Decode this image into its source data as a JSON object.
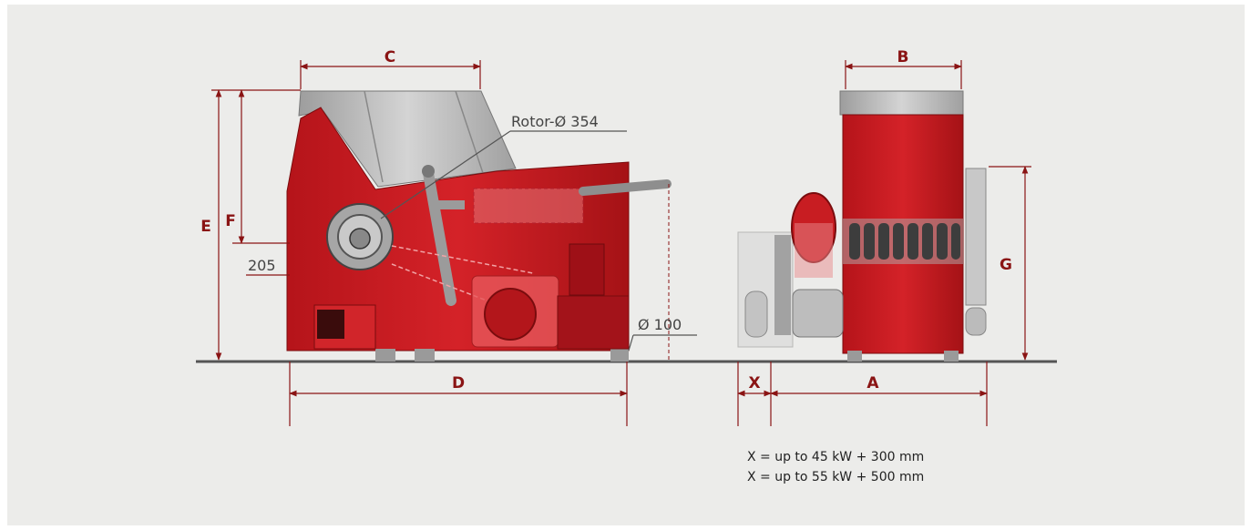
{
  "dimensions": {
    "c": "C",
    "b": "B",
    "e": "E",
    "f": "F",
    "g": "G",
    "d": "D",
    "x": "X",
    "a": "A",
    "side_offset": "205",
    "outlet": "Ø 100",
    "rotor": "Rotor-Ø 354"
  },
  "notes": [
    "X = up to 45 kW + 300 mm",
    "X = up to 55 kW + 500 mm"
  ],
  "colors": {
    "background": "#ececea",
    "machine_red": "#c8191e",
    "dark_red": "#8e0f12",
    "hopper_grey": "#b9b9b9",
    "dimension_line": "#8a1414"
  }
}
